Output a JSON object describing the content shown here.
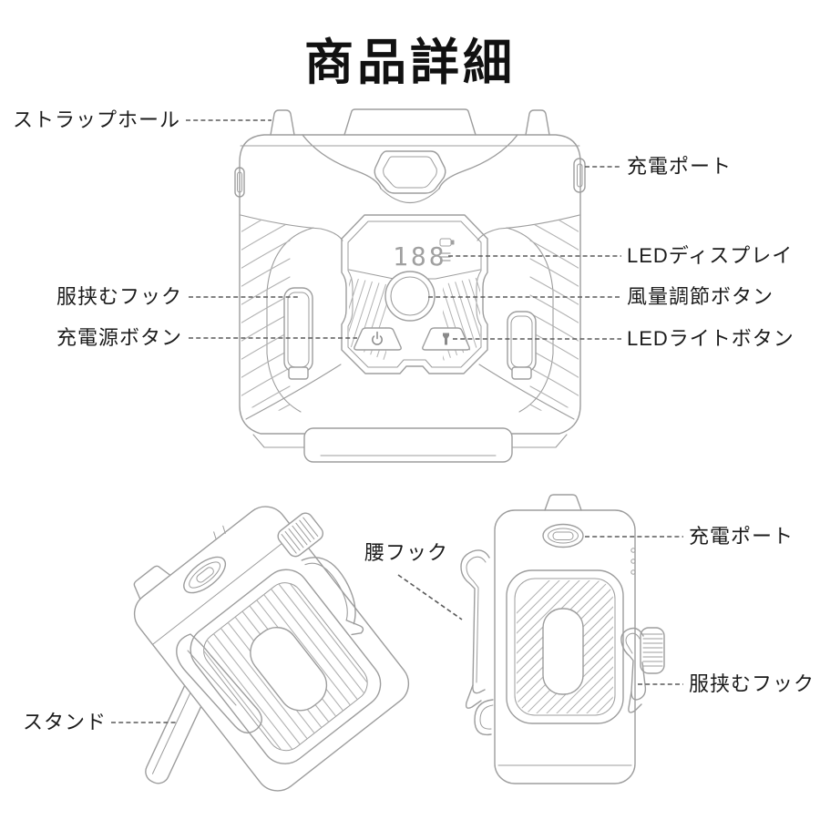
{
  "title": "商品詳細",
  "display": {
    "value": "188"
  },
  "callouts": {
    "strap_hole": "ストラップホール",
    "charge_port_front": "充電ポート",
    "led_display": "LEDディスプレイ",
    "clothes_hook_front": "服挟むフック",
    "power_button": "充電源ボタン",
    "airflow_button": "風量調節ボタン",
    "led_light_button": "LEDライトボタン",
    "waist_hook": "腰フック",
    "charge_port_back": "充電ポート",
    "stand": "スタンド",
    "clothes_hook_back": "服挟むフック"
  },
  "colors": {
    "background": "#ffffff",
    "art_line": "#9d9d9d",
    "art_line_light": "#b2b2b2",
    "leader_line": "#5a5a5a",
    "label_text": "#1b1b1b",
    "title_text": "#111111",
    "display_digits": "#a0a0a0"
  }
}
